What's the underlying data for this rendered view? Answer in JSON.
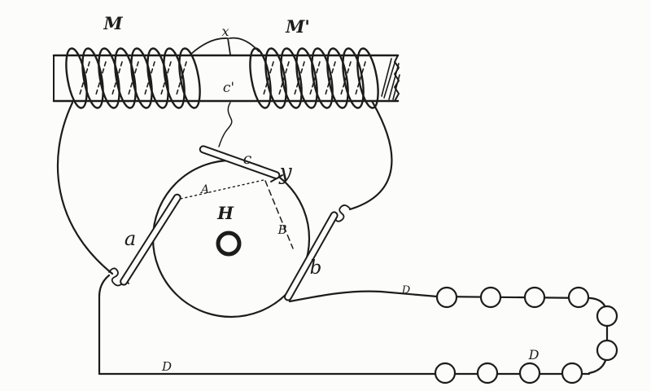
{
  "figure": {
    "colors": {
      "ink": "#1c1c1c",
      "paper": "#fcfcfa"
    },
    "labels": {
      "coil_left": "M",
      "coil_right": "M'",
      "top_center": "x",
      "core_center": "c'",
      "bar_top": "c",
      "pointer": "y",
      "dotted_line": "A",
      "wheel": "H",
      "dashed_line": "B",
      "bar_left": "a",
      "bar_right": "b",
      "wire_top": "D",
      "battery_right": "D",
      "wire_bottom": "D"
    }
  }
}
